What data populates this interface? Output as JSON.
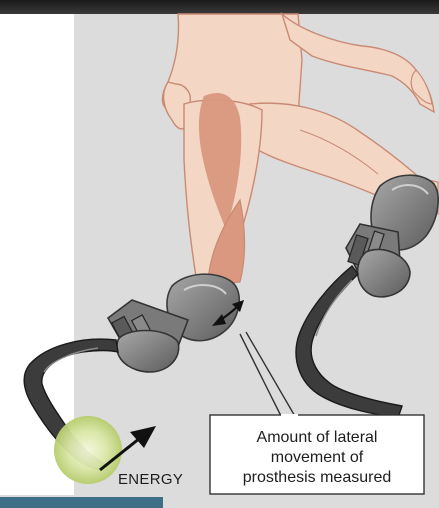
{
  "labels": {
    "energy": "ENERGY",
    "callout_lines": [
      "Amount of lateral",
      "movement of",
      "prosthesis measured"
    ]
  },
  "colors": {
    "background": "#dcdcdc",
    "left_panel": "#ffffff",
    "skin": "#f3d6c4",
    "skin_outline": "#c98a74",
    "muscle": "#d9987f",
    "prosthesis_dark": "#606060",
    "prosthesis_light": "#9a9a9a",
    "blade": "#3c3c3c",
    "energy_glow": "#c7d98a",
    "arrow": "#111111",
    "callout_border": "#333333",
    "top_bar": "#202020",
    "bottom_bar": "#3f6f86"
  },
  "icons": {
    "energy_arrow": "arrow-up-right-icon",
    "lateral_movement": "curved-double-arrow-icon"
  }
}
